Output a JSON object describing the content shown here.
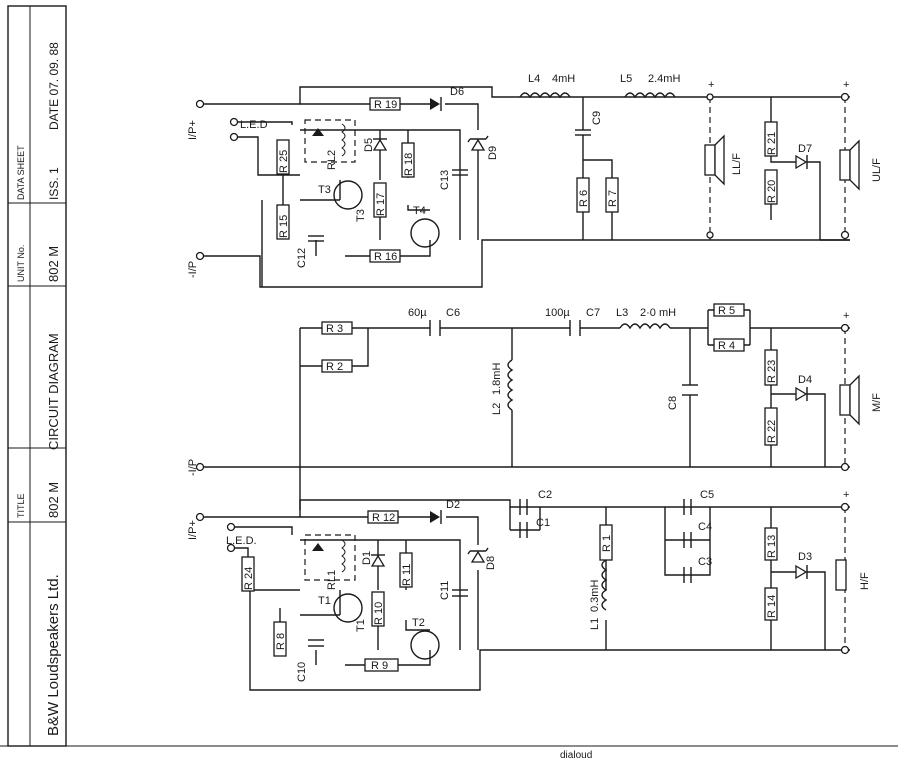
{
  "title_block": {
    "company": "B&W Loudspeakers Ltd.",
    "title_caption": "TITLE",
    "title_model": "802 M",
    "title_text": "CIRCUIT DIAGRAM",
    "unit_caption": "UNIT No.",
    "unit_value": "802 M",
    "data_caption": "DATA SHEET",
    "issue": "ISS. 1",
    "date": "DATE 07. 09. 88"
  },
  "terminals": {
    "ip_plus_top": "I/P+",
    "ip_minus_top": "-I/P",
    "ip_minus_mid": "-I/P",
    "ip_plus_bot": "I/P+",
    "led_top": "L.E.D",
    "led_bot": "L.E.D.",
    "plus_mark": "+"
  },
  "top_section": {
    "resistors": [
      "R 19",
      "R 25",
      "R 18",
      "R 17",
      "R 15",
      "R 16",
      "R 6",
      "R 7",
      "R 21",
      "R 20"
    ],
    "capacitors": [
      "C9",
      "C13",
      "C12"
    ],
    "diodes": [
      "D6",
      "D5",
      "D9",
      "D7"
    ],
    "transistors": [
      "T3",
      "T3",
      "T4"
    ],
    "relay": "RL2",
    "inductors": [
      {
        "ref": "L4",
        "value": "4mH"
      },
      {
        "ref": "L5",
        "value": "2.4mH"
      }
    ],
    "drivers": [
      "LL/F",
      "UL/F"
    ]
  },
  "middle_section": {
    "resistors": [
      "R 3",
      "R 2",
      "R 5",
      "R 4",
      "R 23",
      "R 22"
    ],
    "capacitors": [
      {
        "ref": "C6",
        "value": "60µ"
      },
      {
        "ref": "C7",
        "value": "100µ"
      },
      {
        "ref": "C8",
        "value": ""
      }
    ],
    "inductors": [
      {
        "ref": "L2",
        "value": "1.8mH"
      },
      {
        "ref": "L3",
        "value": "2·0 mH"
      }
    ],
    "diode": "D4",
    "driver": "M/F"
  },
  "bottom_section": {
    "resistors": [
      "R 12",
      "R 24",
      "R 11",
      "R 10",
      "R 8",
      "R 9",
      "R 1",
      "R 13",
      "R 14"
    ],
    "capacitors": [
      "C2",
      "C1",
      "C5",
      "C4",
      "C3",
      "C11",
      "C10"
    ],
    "diodes": [
      "D2",
      "D1",
      "D8",
      "D3"
    ],
    "transistors": [
      "T1",
      "T1",
      "T2"
    ],
    "relay": "RL1",
    "inductor": {
      "ref": "L1",
      "value": "0.3mH"
    },
    "driver": "H/F"
  },
  "footer_scribble": "dialoud"
}
